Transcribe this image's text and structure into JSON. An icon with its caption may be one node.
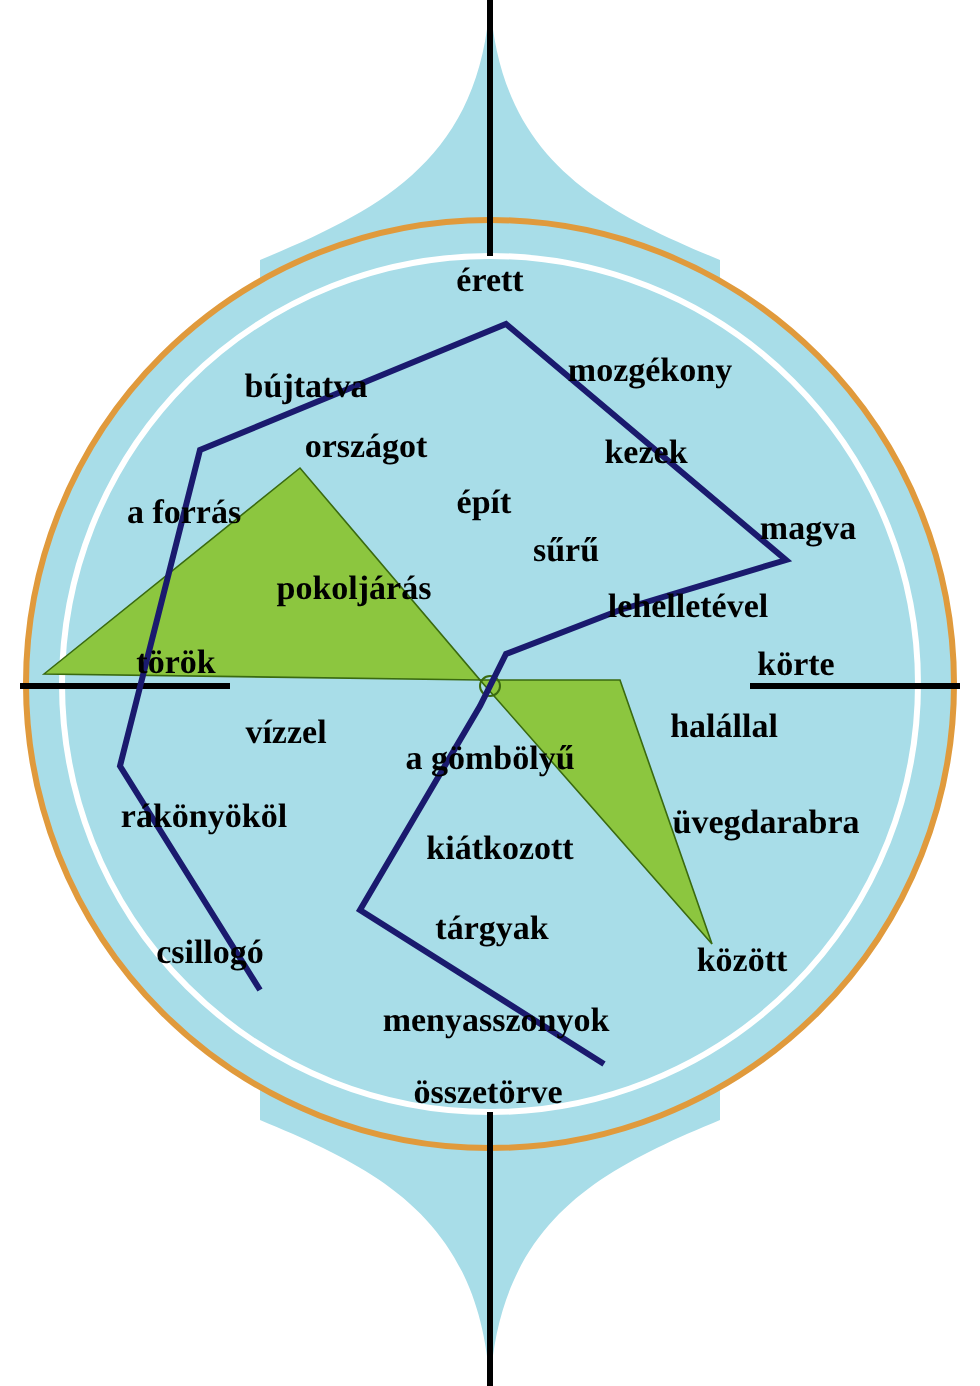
{
  "diagram": {
    "labels": [
      "érett",
      "bújtatva",
      "mozgékony",
      "országot",
      "kezek",
      "a forrás",
      "épít",
      "magva",
      "sűrű",
      "pokoljárás",
      "lehelletével",
      "török",
      "körte",
      "vízzel",
      "halállal",
      "a gömbölyű",
      "rákönyököl",
      "üvegdarabra",
      "kiátkozott",
      "csillogó",
      "tárgyak",
      "között",
      "menyasszonyok",
      "összetörve"
    ]
  }
}
